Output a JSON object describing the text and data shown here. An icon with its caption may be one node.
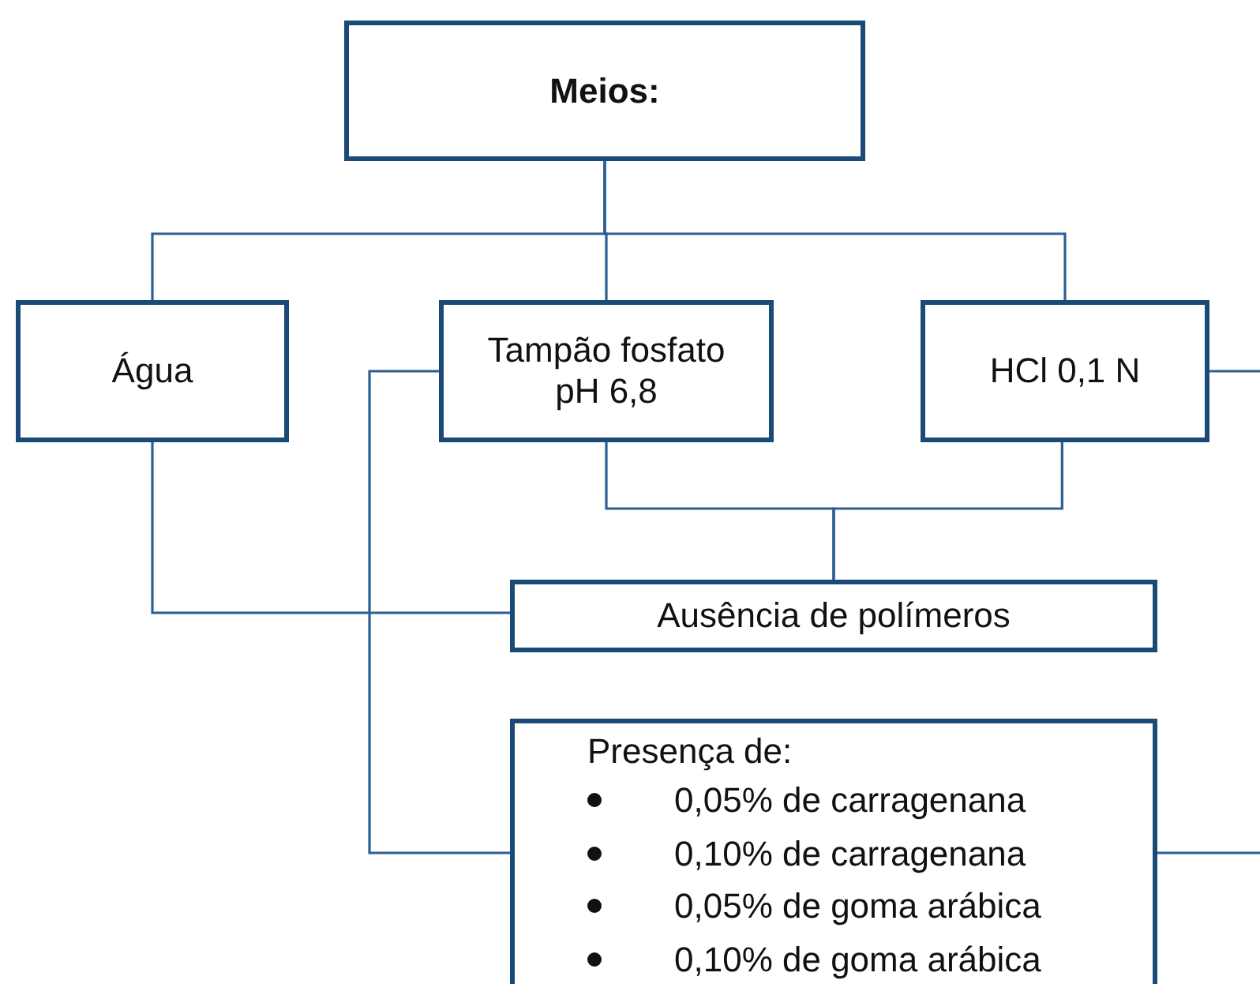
{
  "diagram": {
    "nodes": [
      {
        "text": [
          "Meios:"
        ]
      },
      {
        "text": [
          "Água"
        ]
      },
      {
        "text": [
          "Tampão fosfato pH 6,8"
        ]
      },
      {
        "text": [
          "HCl 0,1 N"
        ]
      },
      {
        "text": [
          "Ausência de polímeros"
        ]
      },
      {
        "text": [
          "Presença de:",
          "0,05% de carragenana",
          "0,10% de carragenana",
          "0,05% de goma arábica",
          "0,10% de goma arábica"
        ]
      }
    ],
    "edges": [
      {
        "from": 0,
        "to": 1,
        "arrow": "none"
      },
      {
        "from": 0,
        "to": 2,
        "arrow": "none"
      },
      {
        "from": 0,
        "to": 3,
        "arrow": "none"
      },
      {
        "from": 1,
        "to": 4,
        "arrow": "none"
      },
      {
        "from": 2,
        "to": 4,
        "arrow": "none"
      },
      {
        "from": 3,
        "to": 4,
        "arrow": "none"
      },
      {
        "from": 2,
        "to": 5,
        "arrow": "none"
      },
      {
        "from": 3,
        "to": null,
        "arrow": "none"
      },
      {
        "from": 5,
        "to": null,
        "arrow": "none"
      }
    ]
  }
}
